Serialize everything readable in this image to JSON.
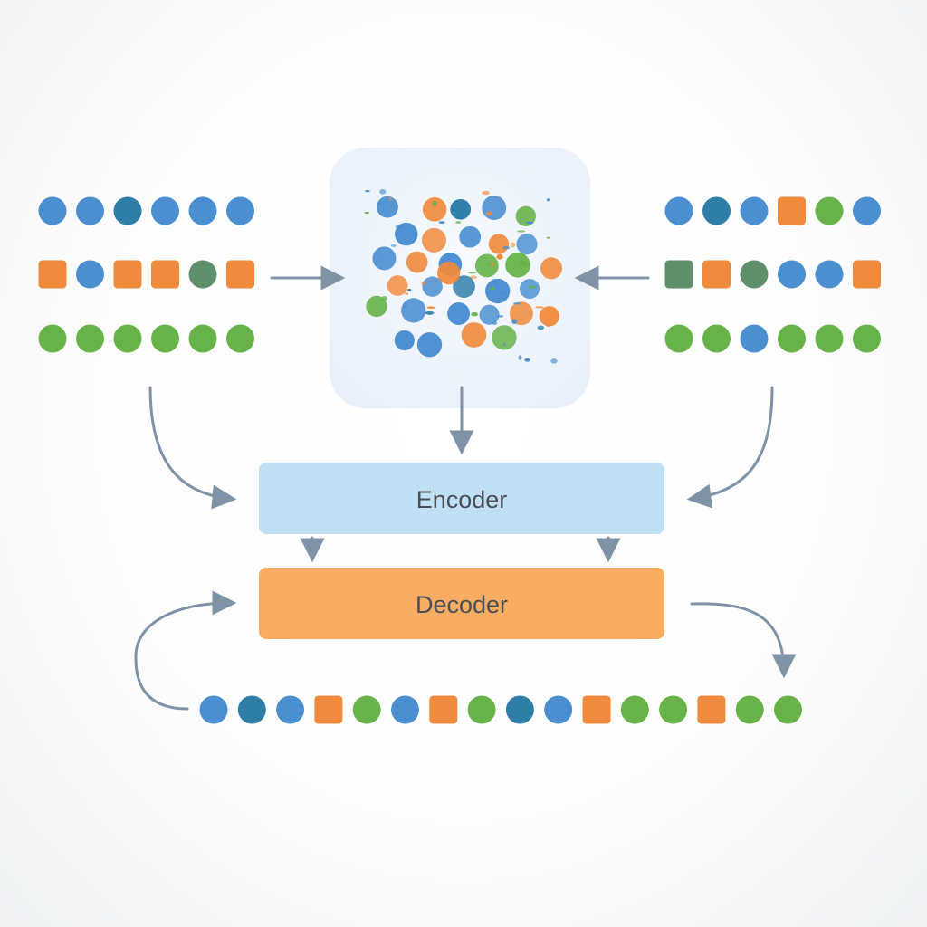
{
  "colors": {
    "blue": "#4b8fd1",
    "teal": "#2f7ea8",
    "orange": "#f08a3c",
    "green": "#67b34a",
    "mix": "#5e8f6a",
    "arrow": "#7f92a6",
    "encoder_fill": "#bfe0f5",
    "decoder_fill": "#f8ad62",
    "pool_fill": "#eef4fb"
  },
  "encoder": {
    "label": "Encoder"
  },
  "decoder": {
    "label": "Decoder"
  },
  "left_group": {
    "rows": [
      [
        "blue",
        "blue",
        "teal",
        "blue",
        "blue",
        "blue"
      ],
      [
        "orange-sq",
        "blue",
        "orange-sq",
        "orange-sq",
        "mix",
        "orange-sq"
      ],
      [
        "green",
        "green",
        "green",
        "green",
        "green",
        "green"
      ]
    ]
  },
  "right_group": {
    "rows": [
      [
        "blue",
        "teal",
        "blue",
        "orange-sq",
        "green",
        "blue"
      ],
      [
        "mix-sq",
        "orange-sq",
        "mix",
        "blue",
        "blue",
        "orange-sq"
      ],
      [
        "green",
        "green",
        "blue",
        "green",
        "green",
        "green"
      ]
    ]
  },
  "output_sequence": [
    "blue",
    "teal",
    "blue",
    "orange-sq",
    "green",
    "blue",
    "orange-sq",
    "green",
    "teal",
    "blue",
    "orange-sq",
    "green",
    "green",
    "orange-sq",
    "green",
    "green"
  ]
}
